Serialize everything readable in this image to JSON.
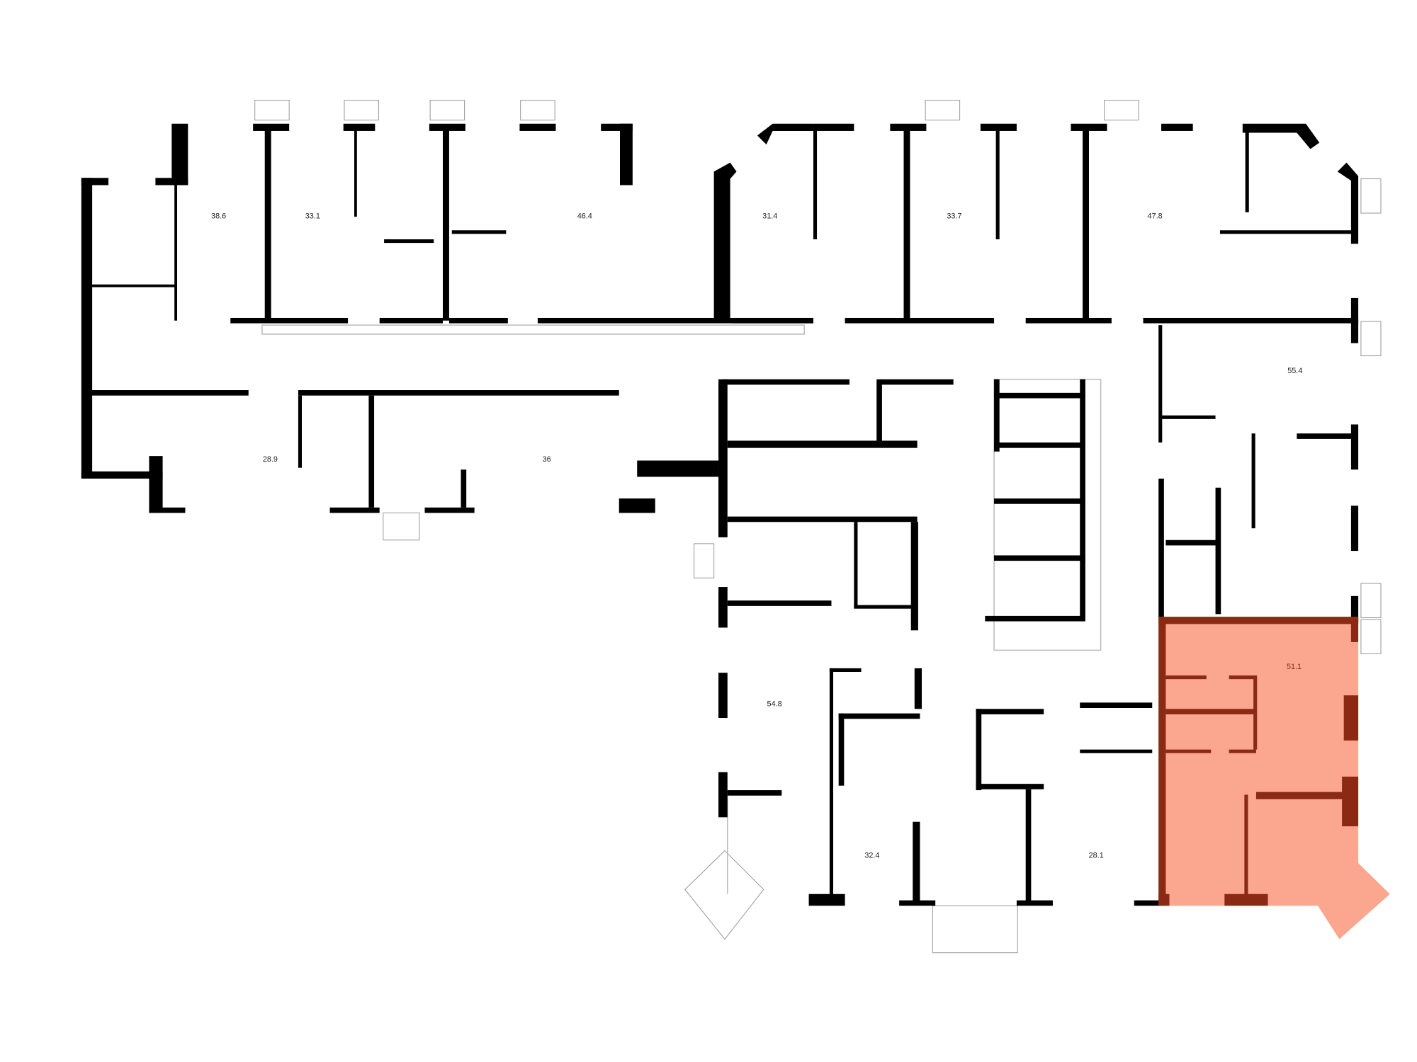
{
  "plan": {
    "colors": {
      "highlight_fill": "#fba68f",
      "highlight_wall": "#8b2a14",
      "wall": "#000000"
    },
    "apartments": [
      {
        "area": "38.6"
      },
      {
        "area": "33.1"
      },
      {
        "area": "46.4"
      },
      {
        "area": "31.4"
      },
      {
        "area": "33.7"
      },
      {
        "area": "47.8"
      },
      {
        "area": "55.4"
      },
      {
        "area": "28.9"
      },
      {
        "area": "36"
      },
      {
        "area": "54.8"
      },
      {
        "area": "32.4"
      },
      {
        "area": "28.1"
      },
      {
        "area": "51.1",
        "selected": true
      }
    ]
  }
}
